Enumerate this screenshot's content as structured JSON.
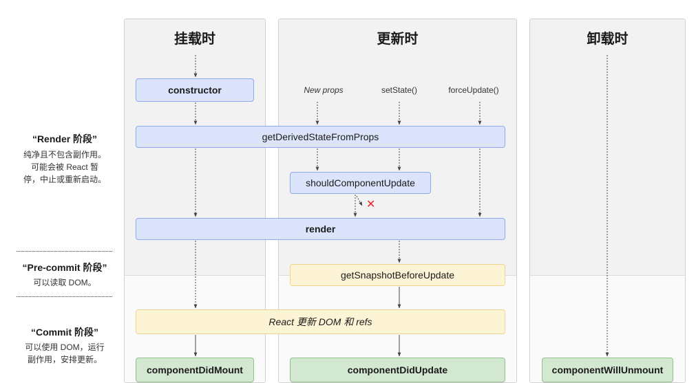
{
  "columns": {
    "mounting": "挂载时",
    "updating": "更新时",
    "unmounting": "卸载时"
  },
  "triggers": {
    "new_props": "New props",
    "set_state": "setState()",
    "force_update": "forceUpdate()"
  },
  "nodes": {
    "constructor": "constructor",
    "get_derived_state": "getDerivedStateFromProps",
    "should_component_update": "shouldComponentUpdate",
    "render": "render",
    "get_snapshot": "getSnapshotBeforeUpdate",
    "react_updates_dom": "React 更新 DOM 和 refs",
    "component_did_mount": "componentDidMount",
    "component_did_update": "componentDidUpdate",
    "component_will_unmount": "componentWillUnmount"
  },
  "reject_mark": "✕",
  "phases": {
    "render": {
      "title": "“Render 阶段”",
      "desc": [
        "纯净且不包含副作用。",
        "可能会被 React 暂",
        "停，中止或重新启动。"
      ]
    },
    "precommit": {
      "title": "“Pre-commit 阶段”",
      "desc": [
        "可以读取 DOM。"
      ]
    },
    "commit": {
      "title": "“Commit 阶段”",
      "desc": [
        "可以使用 DOM，运行",
        "副作用，安排更新。"
      ]
    }
  },
  "colors": {
    "blue_fill": "#dbe4fb",
    "yellow_fill": "#fdf3d5",
    "green_fill": "#d3e8d0",
    "reject_red": "#e5232b"
  }
}
